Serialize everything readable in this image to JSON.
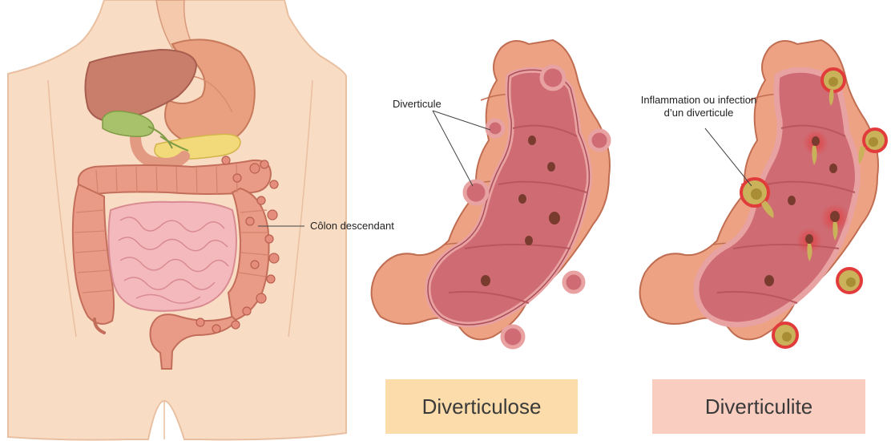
{
  "labels": {
    "colon_descendant": "Côlon descendant",
    "diverticule": "Diverticule",
    "inflammation_line1": "Inflammation ou infection",
    "inflammation_line2": "d’un diverticule"
  },
  "panels": [
    {
      "title": "Diverticulose",
      "background": "#fbdcaa"
    },
    {
      "title": "Diverticulite",
      "background": "#f9cdc0"
    }
  ],
  "colors": {
    "skin": "#f9dcc4",
    "skin_outline": "#e8bfa0",
    "liver": "#c97d6b",
    "stomach": "#e9a080",
    "gallbladder": "#a8c16b",
    "pancreas": "#f2d97a",
    "small_intestine": "#f3b9bd",
    "colon": "#e99b87",
    "colon_interior": "#cf6b73",
    "colon_wall": "#e9a2a2",
    "diverticula_dark": "#7a3b2f",
    "pus": "#c9b25a",
    "inflammation_red": "#e23b3b"
  }
}
